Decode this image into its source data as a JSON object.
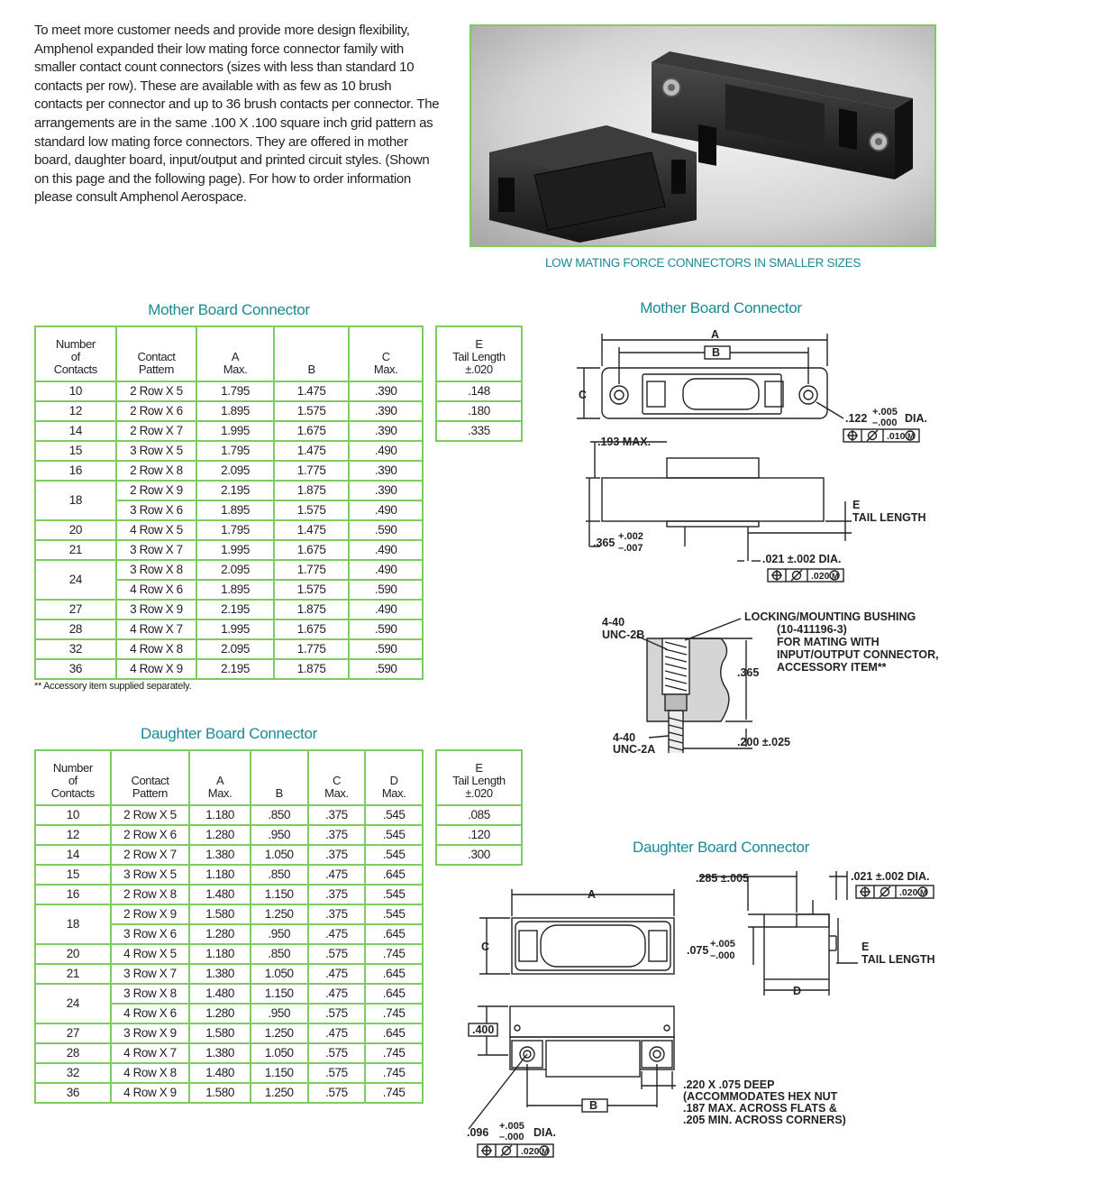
{
  "intro_text": "To meet more customer needs and provide more design flexibility, Amphenol expanded their low mating force connector family with smaller contact count connectors (sizes with less than standard 10 contacts per row). These are available with as few as 10 brush contacts per connector and up to 36 brush contacts per connector. The arrangements are in the same .100 X .100 square inch grid pattern as standard low mating force connectors. They are offered in mother board, daughter board, input/output and printed circuit styles. (Shown on this page and the following page). For how to order information please consult Amphenol Aerospace.",
  "photo_caption": "LOW MATING FORCE CONNECTORS IN SMALLER SIZES",
  "mother_table": {
    "title": "Mother Board Connector",
    "headers": [
      "Number of Contacts",
      "Contact Pattern",
      "A Max.",
      "B",
      "C Max."
    ],
    "rows": [
      [
        "10",
        "2 Row X 5",
        "1.795",
        "1.475",
        ".390"
      ],
      [
        "12",
        "2 Row X 6",
        "1.895",
        "1.575",
        ".390"
      ],
      [
        "14",
        "2 Row X 7",
        "1.995",
        "1.675",
        ".390"
      ],
      [
        "15",
        "3 Row X 5",
        "1.795",
        "1.475",
        ".490"
      ],
      [
        "16",
        "2 Row X 8",
        "2.095",
        "1.775",
        ".390"
      ],
      [
        "18",
        "2 Row X 9",
        "2.195",
        "1.875",
        ".390"
      ],
      [
        "",
        "3 Row X 6",
        "1.895",
        "1.575",
        ".490"
      ],
      [
        "20",
        "4 Row X 5",
        "1.795",
        "1.475",
        ".590"
      ],
      [
        "21",
        "3 Row X 7",
        "1.995",
        "1.675",
        ".490"
      ],
      [
        "24",
        "3 Row X 8",
        "2.095",
        "1.775",
        ".490"
      ],
      [
        "",
        "4 Row X 6",
        "1.895",
        "1.575",
        ".590"
      ],
      [
        "27",
        "3 Row X 9",
        "2.195",
        "1.875",
        ".490"
      ],
      [
        "28",
        "4 Row X 7",
        "1.995",
        "1.675",
        ".590"
      ],
      [
        "32",
        "4 Row X 8",
        "2.095",
        "1.775",
        ".590"
      ],
      [
        "36",
        "4 Row X 9",
        "2.195",
        "1.875",
        ".590"
      ]
    ],
    "tail": {
      "header": [
        "E",
        "Tail Length",
        "±.020"
      ],
      "values": [
        ".148",
        ".180",
        ".335"
      ]
    },
    "footnote": "** Accessory item supplied separately."
  },
  "daughter_table": {
    "title": "Daughter Board Connector",
    "headers": [
      "Number of Contacts",
      "Contact Pattern",
      "A Max.",
      "B",
      "C Max.",
      "D Max."
    ],
    "rows": [
      [
        "10",
        "2 Row X 5",
        "1.180",
        ".850",
        ".375",
        ".545"
      ],
      [
        "12",
        "2 Row X 6",
        "1.280",
        ".950",
        ".375",
        ".545"
      ],
      [
        "14",
        "2 Row X 7",
        "1.380",
        "1.050",
        ".375",
        ".545"
      ],
      [
        "15",
        "3 Row X 5",
        "1.180",
        ".850",
        ".475",
        ".645"
      ],
      [
        "16",
        "2 Row X 8",
        "1.480",
        "1.150",
        ".375",
        ".545"
      ],
      [
        "18",
        "2 Row X 9",
        "1.580",
        "1.250",
        ".375",
        ".545"
      ],
      [
        "",
        "3 Row X 6",
        "1.280",
        ".950",
        ".475",
        ".645"
      ],
      [
        "20",
        "4 Row X 5",
        "1.180",
        ".850",
        ".575",
        ".745"
      ],
      [
        "21",
        "3 Row X 7",
        "1.380",
        "1.050",
        ".475",
        ".645"
      ],
      [
        "24",
        "3 Row X 8",
        "1.480",
        "1.150",
        ".475",
        ".645"
      ],
      [
        "",
        "4 Row X 6",
        "1.280",
        ".950",
        ".575",
        ".745"
      ],
      [
        "27",
        "3 Row X 9",
        "1.580",
        "1.250",
        ".475",
        ".645"
      ],
      [
        "28",
        "4 Row X 7",
        "1.380",
        "1.050",
        ".575",
        ".745"
      ],
      [
        "32",
        "4 Row X 8",
        "1.480",
        "1.150",
        ".575",
        ".745"
      ],
      [
        "36",
        "4 Row X 9",
        "1.580",
        "1.250",
        ".575",
        ".745"
      ]
    ],
    "tail": {
      "header": [
        "E",
        "Tail Length",
        "±.020"
      ],
      "values": [
        ".085",
        ".120",
        ".300"
      ]
    }
  },
  "mother_drawing": {
    "title": "Mother Board Connector",
    "dim_a": "A",
    "dim_b": "B",
    "dim_c": "C",
    "hole_dia": ".122",
    "hole_tol_plus": "+.005",
    "hole_tol_minus": "–.000",
    "hole_dia_suffix": "DIA.",
    "hole_tolerance_frame": ".010",
    "max_193": ".193 MAX.",
    "tail_e": "E",
    "tail_length": "TAIL LENGTH",
    "dim_365": ".365",
    "dim_365_plus": "+.002",
    "dim_365_minus": "–.007",
    "pin_dia": ".021 ±.002 DIA.",
    "pin_tolerance_frame": ".020",
    "thread_2b_a": "4-40",
    "thread_2b_b": "UNC-2B",
    "bushing_1": "LOCKING/MOUNTING BUSHING",
    "bushing_2": "(10-411196-3)",
    "bushing_3": "FOR MATING WITH",
    "bushing_4": "INPUT/OUTPUT CONNECTOR,",
    "bushing_5": "ACCESSORY ITEM**",
    "bushing_dim_365": ".365",
    "thread_2a_a": "4-40",
    "thread_2a_b": "UNC-2A",
    "dim_200": ".200 ±.025",
    "mmc": "M"
  },
  "daughter_drawing": {
    "title": "Daughter Board Connector",
    "dim_a": "A",
    "dim_b": "B",
    "dim_c": "C",
    "dim_d": "D",
    "dim_285": ".285 ±.005",
    "pin_dia": ".021 ±.002 DIA.",
    "pin_tolerance_frame": ".020",
    "dim_075": ".075",
    "dim_075_plus": "+.005",
    "dim_075_minus": "–.000",
    "tail_e": "E",
    "tail_length": "TAIL LENGTH",
    "dim_400": ".400",
    "nut_1": ".220 X .075 DEEP",
    "nut_2": "(ACCOMMODATES HEX NUT",
    "nut_3": ".187 MAX. ACROSS FLATS &",
    "nut_4": ".205 MIN. ACROSS CORNERS)",
    "hole_dia": ".096",
    "hole_tol_plus": "+.005",
    "hole_tol_minus": "–.000",
    "hole_dia_suffix": "DIA.",
    "hole_tolerance_frame": ".020",
    "mmc": "M"
  }
}
